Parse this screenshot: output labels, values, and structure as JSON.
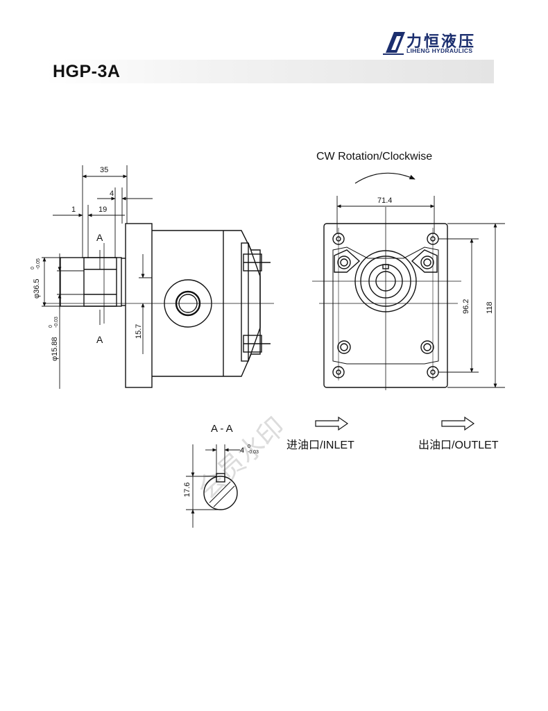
{
  "header": {
    "model": "HGP-3A",
    "brand_cn": "力恒液压",
    "brand_en": "LIHENG HYDRAULICS",
    "brand_color": "#1b2e6e"
  },
  "side_view": {
    "dim_35": "35",
    "dim_4": "4",
    "dim_1": "1",
    "dim_19": "19",
    "section_top": "A",
    "section_bottom": "A",
    "dim_dia_365": "φ36.5",
    "tol_365_upper": "0",
    "tol_365_lower": "-0.05",
    "dim_dia_1588": "φ15.88",
    "tol_1588_upper": "0",
    "tol_1588_lower": "-0.03",
    "dim_157": "15.7"
  },
  "front_view": {
    "rotation": "CW Rotation/Clockwise",
    "dim_714": "71.4",
    "dim_962": "96.2",
    "dim_118": "118"
  },
  "section_view": {
    "label": "A - A",
    "key_width": "4",
    "key_tol_upper": "0",
    "key_tol_lower": "-0.03",
    "dim_176": "17.6"
  },
  "legend": {
    "inlet": "进油口/INLET",
    "outlet": "出油口/OUTLET"
  },
  "watermark": "会员水印"
}
